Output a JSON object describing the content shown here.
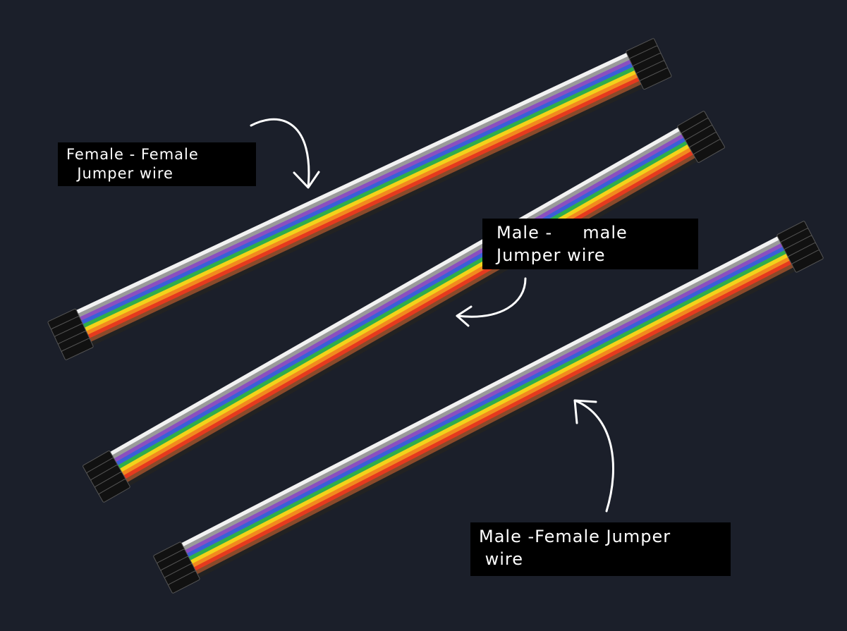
{
  "labels": {
    "female_female": {
      "line1": "Female - Female",
      "line2": "  Jumper wire"
    },
    "male_male": {
      "line1": "Male -     male",
      "line2": "Jumper wire"
    },
    "male_female": {
      "line1": "Male -Female Jumper",
      "line2": " wire"
    }
  },
  "colors": {
    "background": "#1b1f2a",
    "label_bg": "#000000",
    "wire_stripes": [
      "#f2f2f2",
      "#9a9a9a",
      "#8a4fc0",
      "#3a5fd8",
      "#2fae4a",
      "#f3d21a",
      "#f28a1e",
      "#e53a1e",
      "#8a4a2a",
      "#222222"
    ],
    "connector": "#111111"
  }
}
